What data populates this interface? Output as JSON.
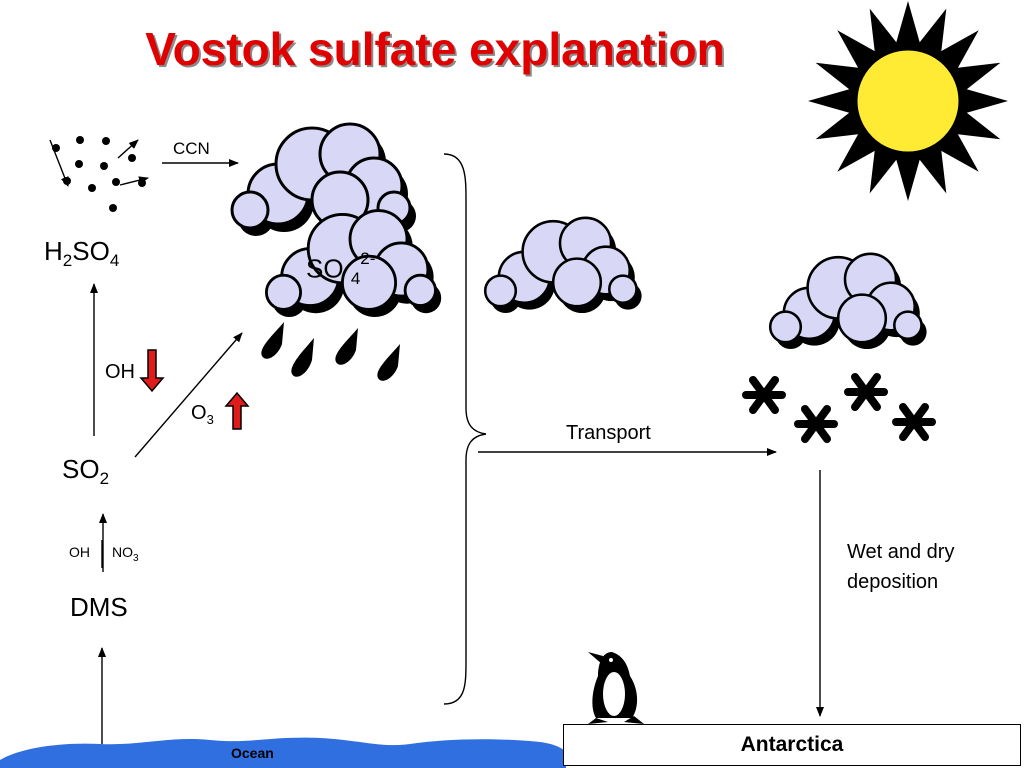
{
  "title": "Vostok sulfate explanation",
  "colors": {
    "title": "#e00000",
    "cloud_fill": "#d8d8f6",
    "sun_yellow": "#ffeb33",
    "ocean": "#2f6fe0",
    "red_arrow": "#e01b1b"
  },
  "chemistry": {
    "h2so4": {
      "a": "H",
      "s1": "2",
      "b": "SO",
      "s2": "4"
    },
    "so4": {
      "base": "SO",
      "sub": "4",
      "sup": "2-"
    },
    "so2": {
      "base": "SO",
      "sub": "2"
    },
    "dms": "DMS",
    "oh": "OH",
    "o3": {
      "base": "O",
      "sub": "3"
    },
    "small_oh": "OH",
    "no3": {
      "base": "NO",
      "sub": "3"
    }
  },
  "labels": {
    "ccn": "CCN",
    "transport": "Transport",
    "deposition_line1": "Wet and dry",
    "deposition_line2": "deposition",
    "ocean": "Ocean",
    "antarctica": "Antarctica"
  },
  "icons": [
    "sun-icon",
    "cloud-icon",
    "rain-drop-icon",
    "snowflake-icon",
    "penguin-icon",
    "particles-icon"
  ]
}
